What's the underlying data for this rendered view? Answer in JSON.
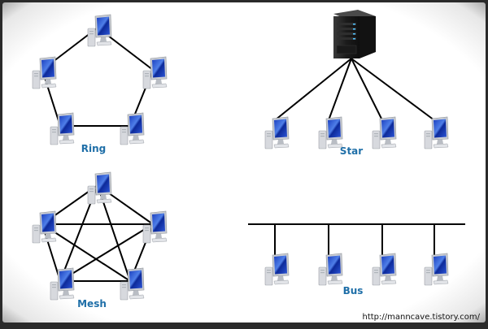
{
  "diagrams": {
    "ring": {
      "label": "Ring"
    },
    "star": {
      "label": "Star"
    },
    "mesh": {
      "label": "Mesh"
    },
    "bus": {
      "label": "Bus"
    }
  },
  "credit": "http://manncave.tistory.com/",
  "colors": {
    "background": "#ffffff",
    "label": "#1f6fa8",
    "link": "#000000",
    "frame": "#2a2a2a"
  },
  "icons": [
    "computer-icon",
    "server-icon"
  ]
}
